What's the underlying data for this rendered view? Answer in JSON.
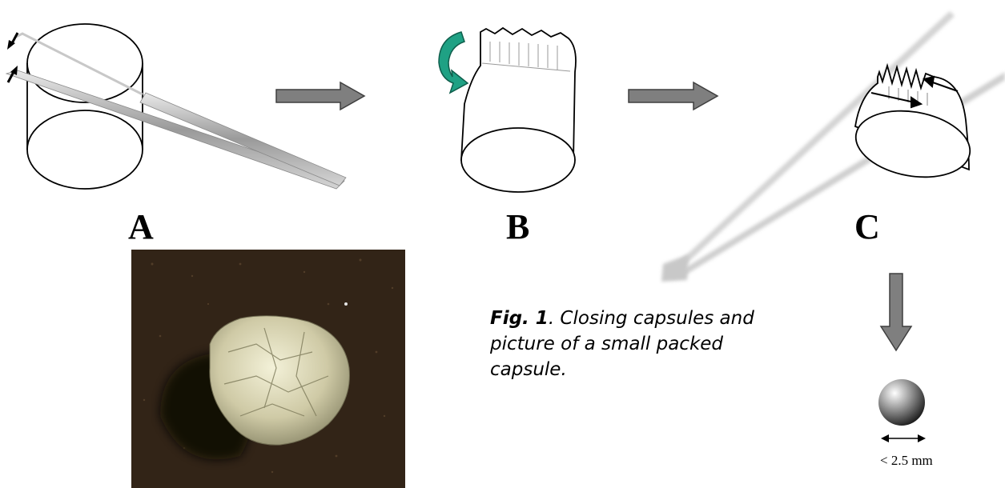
{
  "steps": [
    {
      "label": "A"
    },
    {
      "label": "B"
    },
    {
      "label": "C"
    }
  ],
  "caption": {
    "figure_number": "Fig. 1",
    "text": ". Closing capsules and picture of a small packed capsule."
  },
  "scale_bar": {
    "text": "< 2.5 mm"
  },
  "colors": {
    "arrow_fill": "#7f7f7f",
    "rotation_arrow": "#1fa184",
    "photo_background": "#3a2a1c",
    "capsule_foil": "#d8d6b8",
    "outline": "#000000"
  },
  "icons": [
    "tweezers-icon",
    "capsule-cylinder-icon",
    "rotation-arrow-icon",
    "sphere-icon",
    "double-arrow-icon"
  ]
}
